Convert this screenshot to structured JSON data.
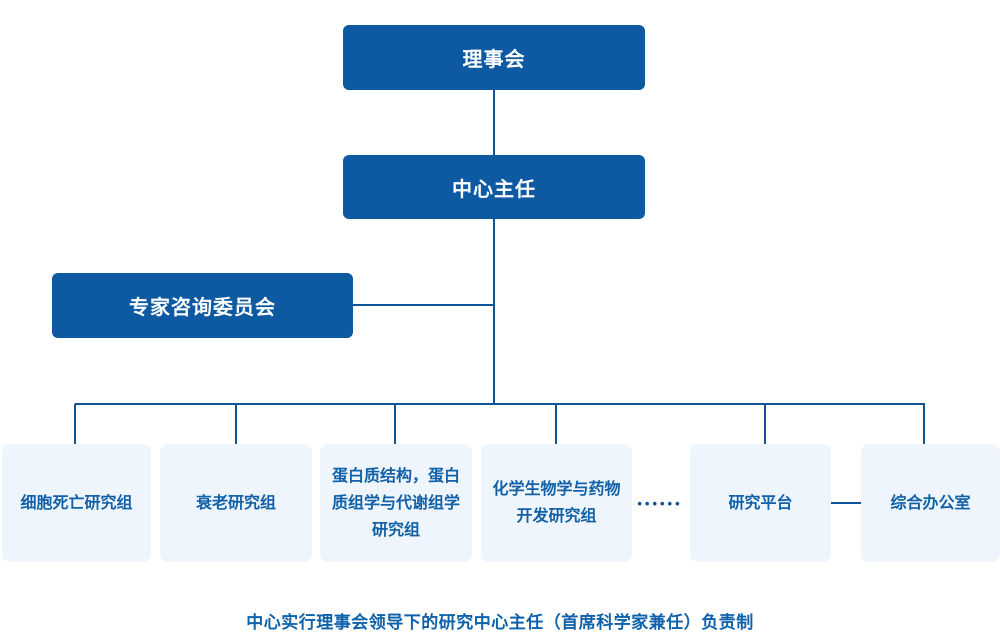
{
  "colors": {
    "primary_box": "#0d5aa2",
    "connector_line": "#0f5499",
    "light_box_bg": "#eef5fc",
    "light_box_text": "#1261a8",
    "caption_text": "#0e61ab",
    "background": "#ffffff"
  },
  "org_chart": {
    "root": {
      "label": "理事会"
    },
    "director": {
      "label": "中心主任"
    },
    "advisory": {
      "label": "专家咨询委员会"
    },
    "groups": [
      {
        "label": "细胞死亡研究组"
      },
      {
        "label": "衰老研究组"
      },
      {
        "label": "蛋白质结构，蛋白质组学与代谢组学研究组"
      },
      {
        "label": "化学生物学与药物开发研究组"
      },
      {
        "label": "研究平台"
      },
      {
        "label": "综合办公室"
      }
    ],
    "ellipsis": "••••••"
  },
  "caption": "中心实行理事会领导下的研究中心主任（首席科学家兼任）负责制"
}
